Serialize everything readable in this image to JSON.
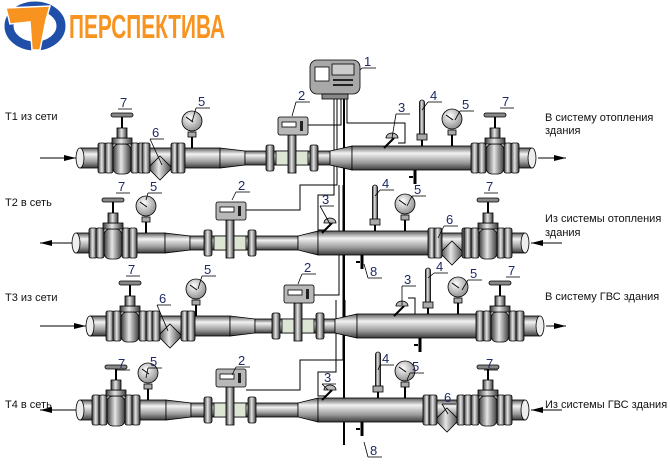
{
  "logo": {
    "text": "ПЕРСПЕКТИВА",
    "colors": {
      "ring": "#1f4fa8",
      "arrow": "#f7931e"
    }
  },
  "numbers": {
    "controller": "1",
    "flowmeter": "2",
    "temp_sensor": "3",
    "thermometer": "4",
    "pressure_gauge": "5",
    "filter": "6",
    "valve": "7",
    "drain_valve": "8"
  },
  "rows": [
    {
      "left": "Т1 из сети",
      "right": [
        "В систему отопления",
        "здания"
      ]
    },
    {
      "left": "Т2 в сеть",
      "right": [
        "Из системы отопления",
        "здания"
      ]
    },
    {
      "left": "Т3 из сети",
      "right": [
        "В систему ГВС здания"
      ]
    },
    {
      "left": "Т4 в сеть",
      "right": [
        "Из системы ГВС здания"
      ]
    }
  ],
  "colors": {
    "callout": "#1d2a66",
    "line": "#000000"
  }
}
